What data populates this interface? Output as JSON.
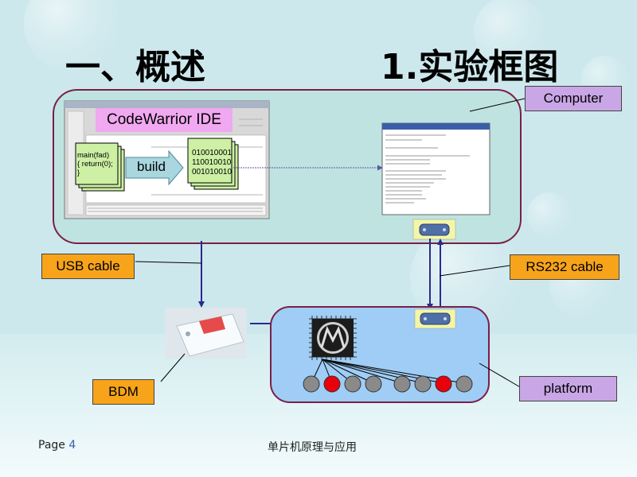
{
  "slide": {
    "title_left": "一、概述",
    "title_right": "1.实验框图",
    "footer_page_label": "Page",
    "footer_page_number": "4",
    "footer_course": "单片机原理与应用"
  },
  "labels": {
    "computer": "Computer",
    "usb_cable": "USB cable",
    "rs232_cable": "RS232 cable",
    "bdm": "BDM",
    "platform": "platform",
    "ide": "CodeWarrior IDE",
    "build": "build"
  },
  "code_card": {
    "line1": "main(fad)",
    "line2": "{ return(0);",
    "line3": "}"
  },
  "binary_card": {
    "line1": "010010001",
    "line2": "110010010",
    "line3": "001010010"
  },
  "colors": {
    "computer_region": "#bfe3e0",
    "platform_region": "#9fcdf5",
    "region_border": "#7a1f47",
    "arrow": "#2b2a8c",
    "card": "#cdf0a5",
    "ide_label": "#f0a8f0",
    "led_red": "#e8000d",
    "led_gray": "#8a8a8a"
  },
  "leds": [
    "gray",
    "red",
    "gray",
    "gray",
    "gray",
    "gray",
    "red",
    "gray"
  ]
}
